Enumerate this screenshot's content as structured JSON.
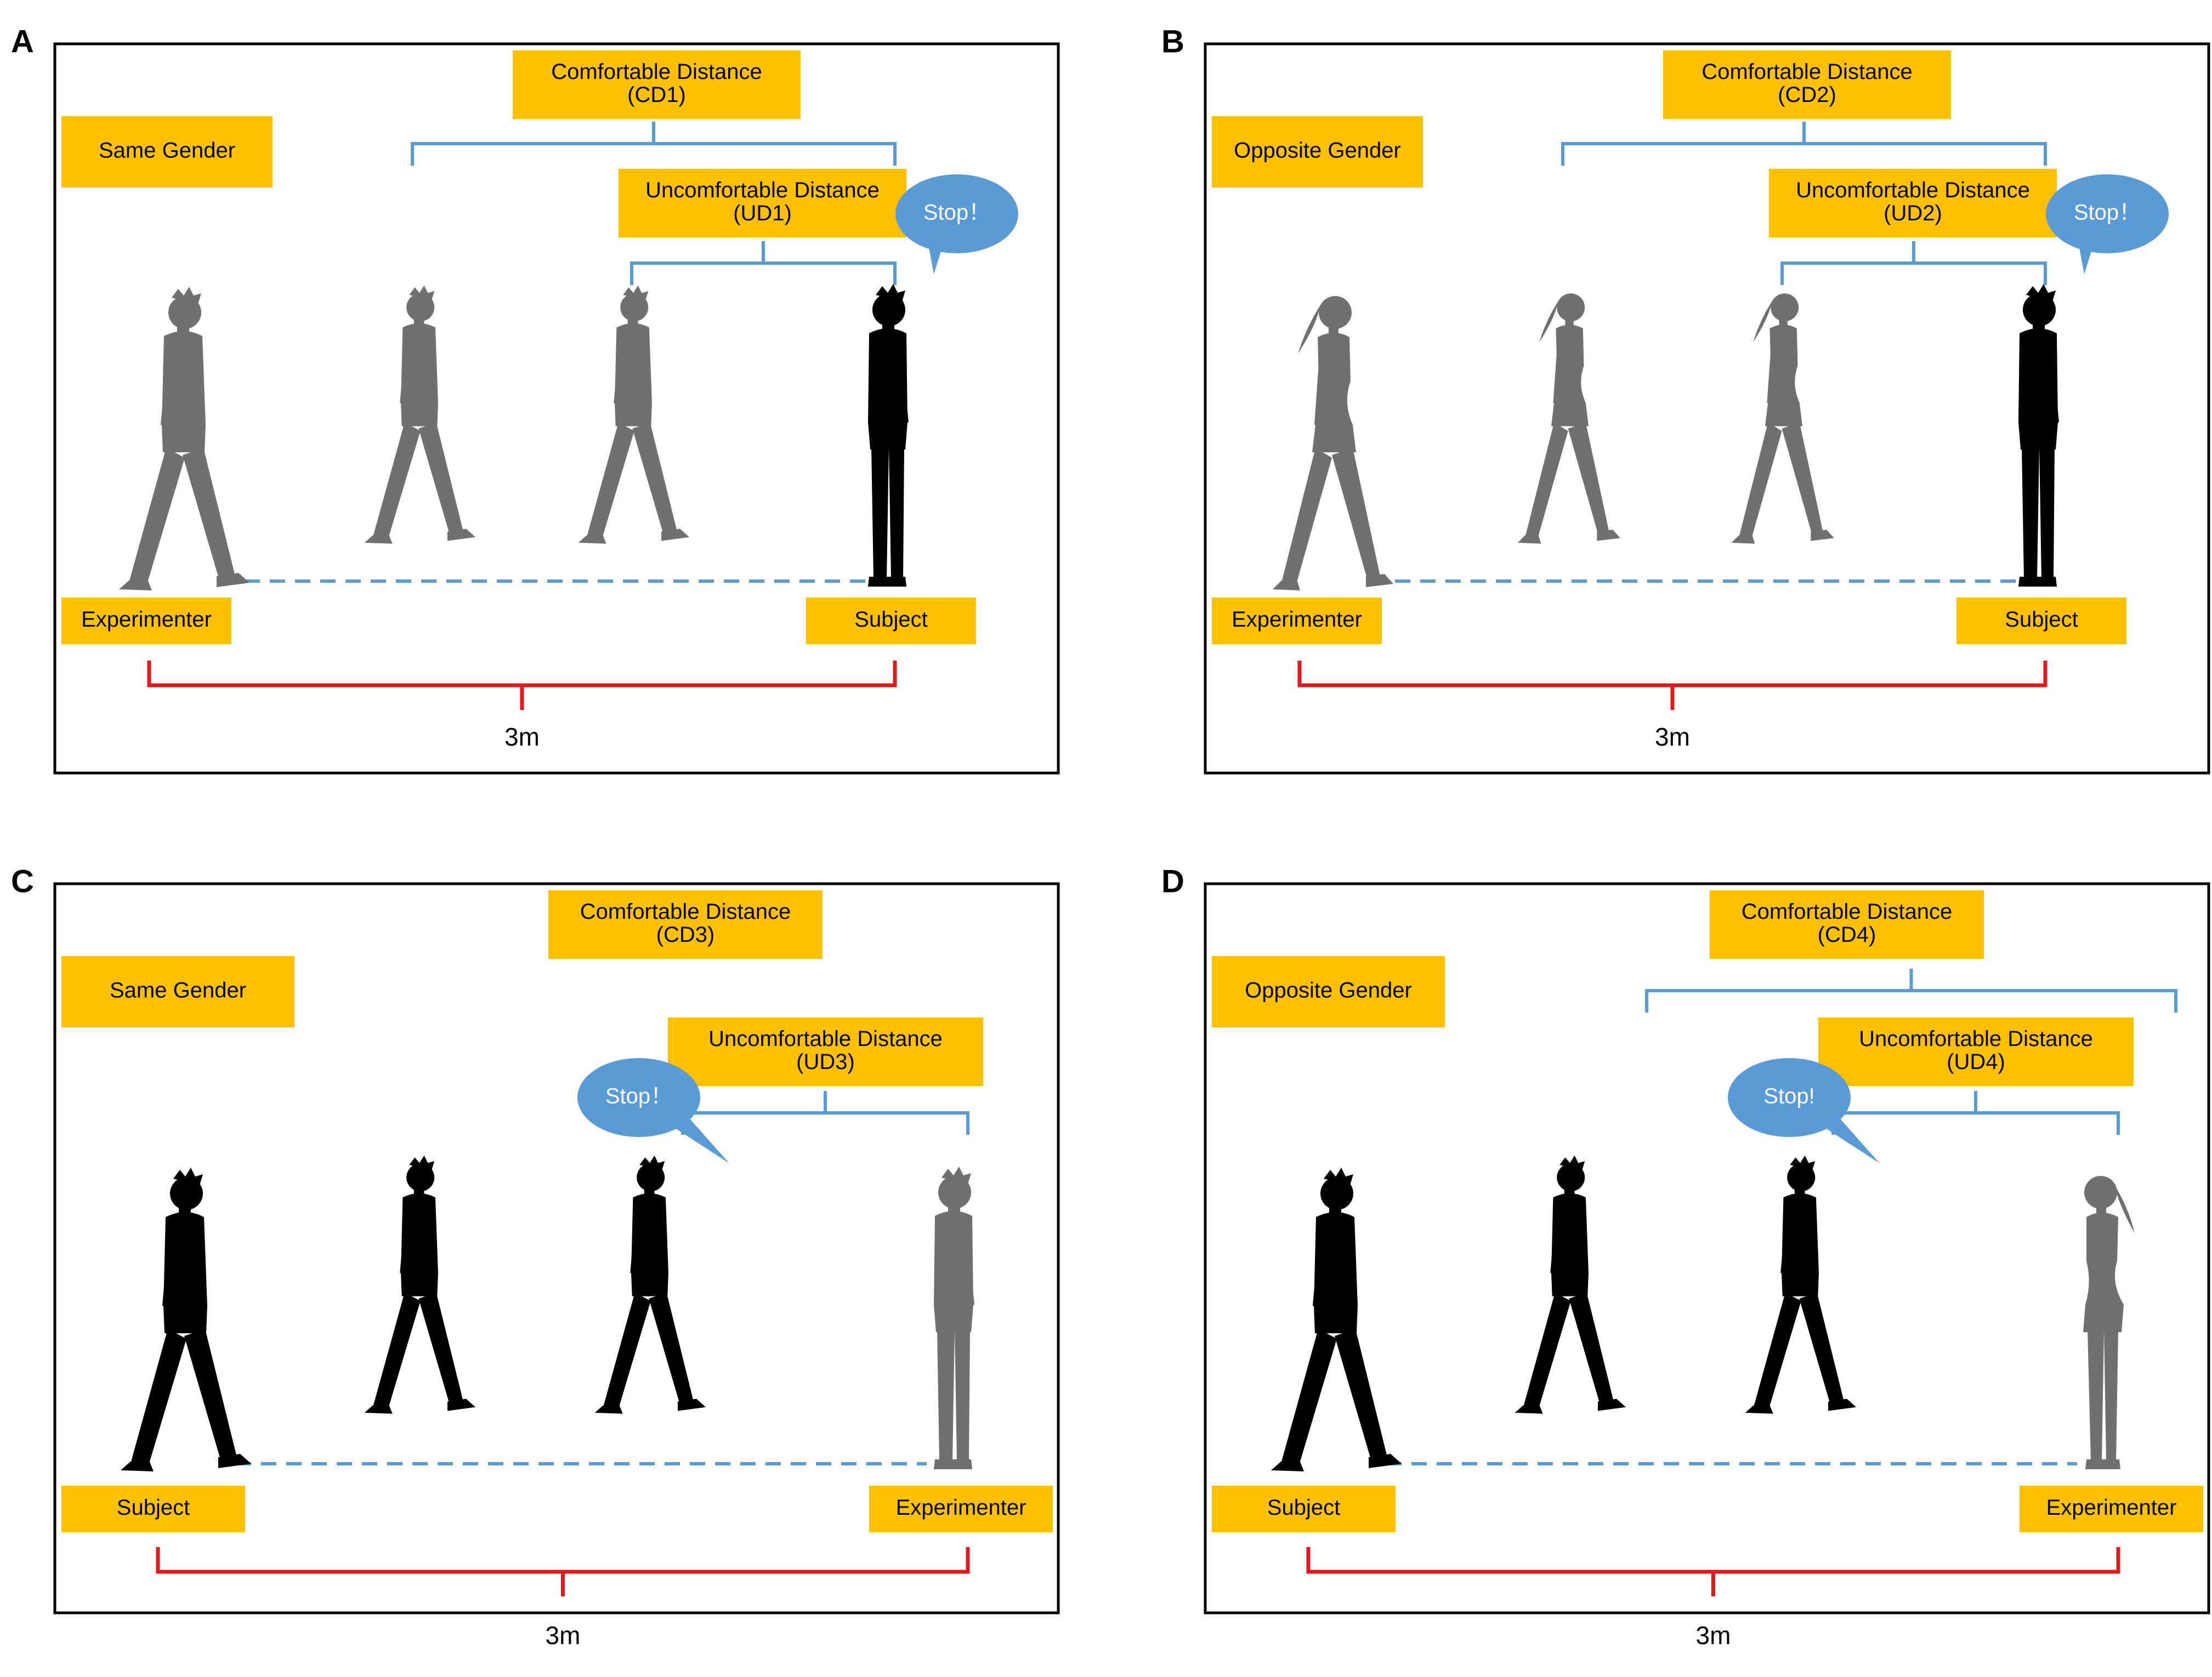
{
  "colors": {
    "label_fill": "#FFC000",
    "bracket_blue": "#5B9BD5",
    "bracket_red": "#E31A1C",
    "bubble_fill": "#5B9BD5",
    "walker_gray": "#707070",
    "standing_black": "#000000",
    "frame": "#000000"
  },
  "panels": [
    {
      "letter": "A",
      "gender": "Same Gender",
      "comfortable": {
        "title": "Comfortable Distance",
        "code": "(CD1)"
      },
      "uncomfortable": {
        "title": "Uncomfortable Distance",
        "code": "(UD1)"
      },
      "stop": "Stop！",
      "left_label": "Experimenter",
      "right_label": "Subject",
      "distance": "3m"
    },
    {
      "letter": "B",
      "gender": "Opposite Gender",
      "comfortable": {
        "title": "Comfortable Distance",
        "code": "(CD2)"
      },
      "uncomfortable": {
        "title": "Uncomfortable Distance",
        "code": "(UD2)"
      },
      "stop": "Stop！",
      "left_label": "Experimenter",
      "right_label": "Subject",
      "distance": "3m"
    },
    {
      "letter": "C",
      "gender": "Same Gender",
      "comfortable": {
        "title": "Comfortable Distance",
        "code": "(CD3)"
      },
      "uncomfortable": {
        "title": "Uncomfortable Distance",
        "code": "(UD3)"
      },
      "stop": "Stop！",
      "left_label": "Subject",
      "right_label": "Experimenter",
      "distance": "3m"
    },
    {
      "letter": "D",
      "gender": "Opposite Gender",
      "comfortable": {
        "title": "Comfortable Distance",
        "code": "(CD4)"
      },
      "uncomfortable": {
        "title": "Uncomfortable Distance",
        "code": "(UD4)"
      },
      "stop": "Stop!",
      "left_label": "Subject",
      "right_label": "Experimenter",
      "distance": "3m"
    }
  ]
}
